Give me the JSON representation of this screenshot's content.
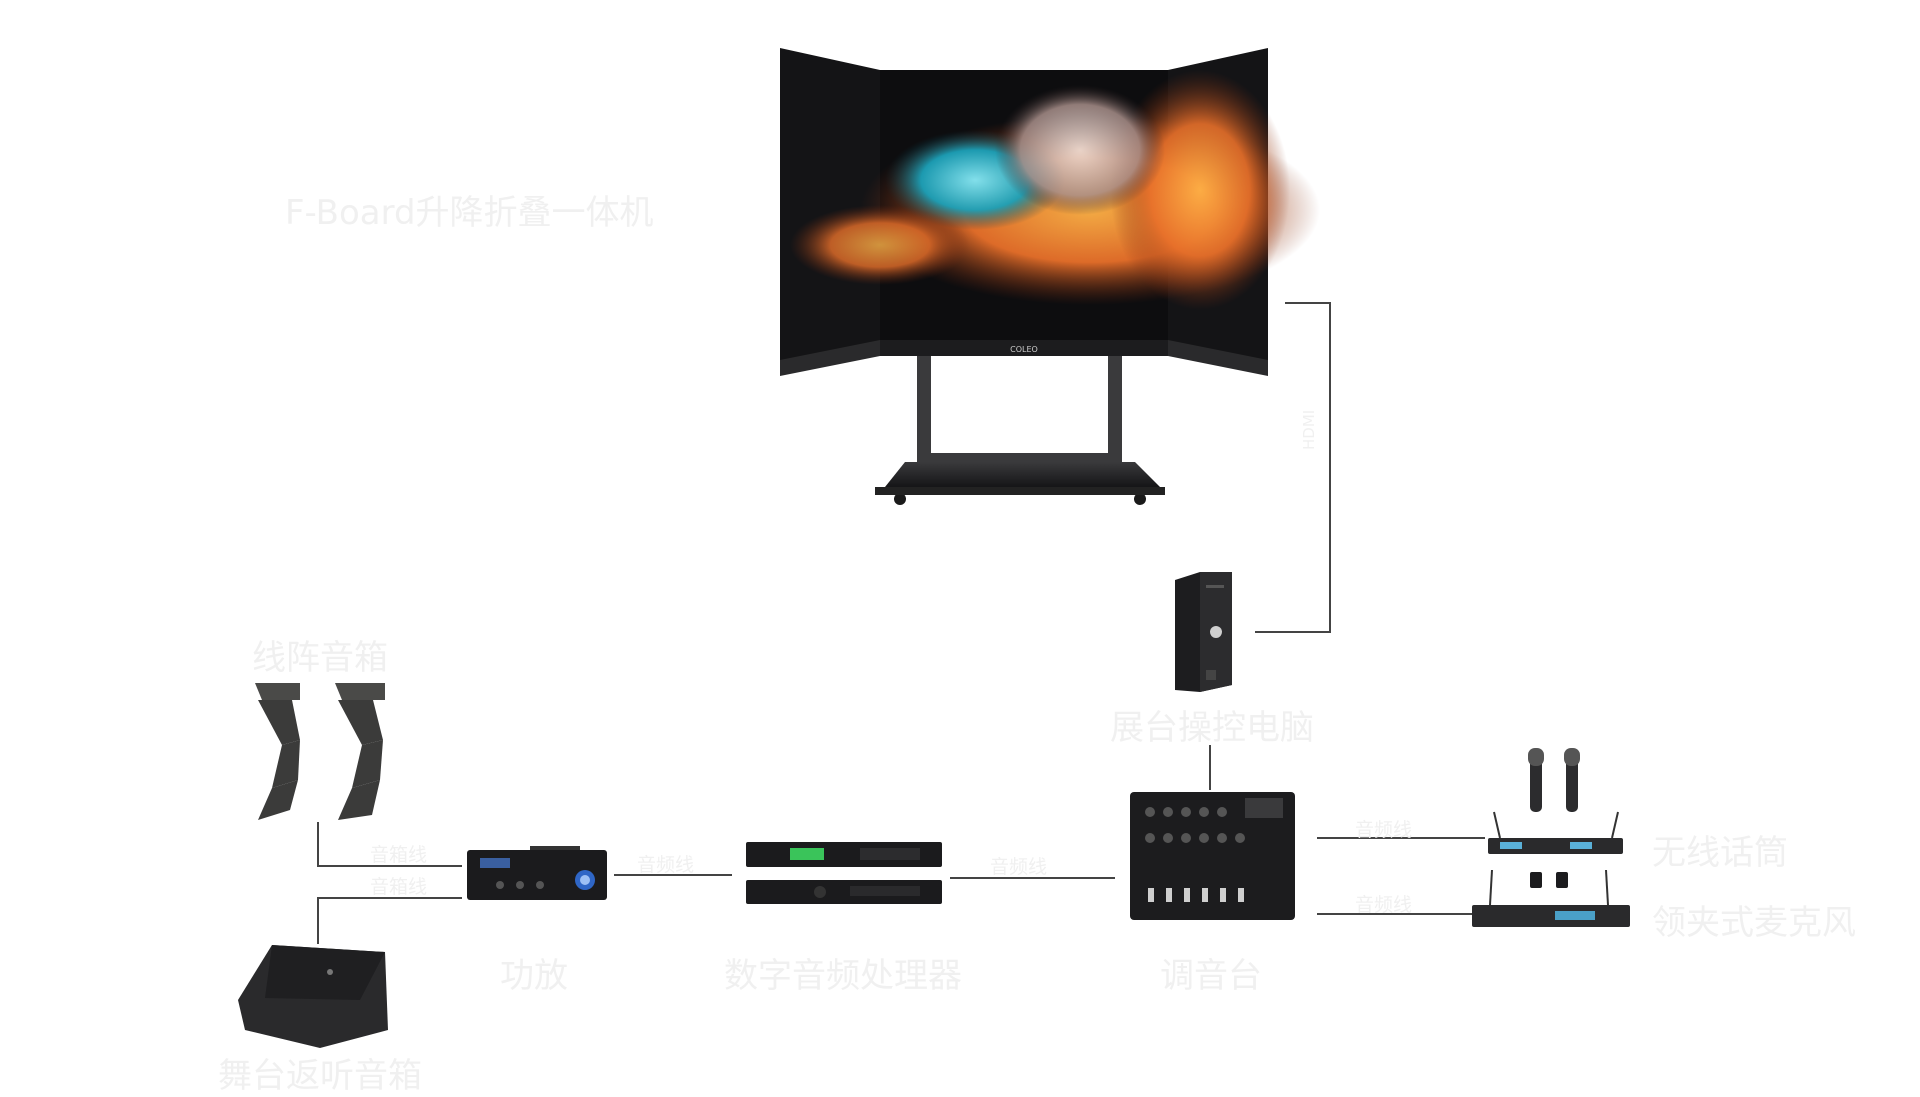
{
  "diagram": {
    "nodes": {
      "display": {
        "label": "F-Board升降折叠一体机",
        "screen_brand": "COLEO"
      },
      "control_pc": {
        "label": "展台操控电脑"
      },
      "line_array": {
        "label": "线阵音箱"
      },
      "monitor": {
        "label": "舞台返听音箱"
      },
      "amplifier": {
        "label": "功放"
      },
      "processor": {
        "label": "数字音频处理器"
      },
      "mixer": {
        "label": "调音台"
      },
      "wireless_mic": {
        "label": "无线话筒"
      },
      "lavalier_mic": {
        "label": "领夹式麦克风"
      }
    },
    "edges": {
      "hdmi": "HDMI",
      "amp_to_array": "音箱线",
      "amp_to_monitor": "音箱线",
      "amp_to_processor": "音频线",
      "processor_to_mixer": "音频线",
      "mixer_to_wireless": "音频线",
      "mixer_to_lavalier": "音频线"
    }
  },
  "colors": {
    "line": "#444444",
    "label": "#f0f0f0",
    "device_dark": "#1d1d1f",
    "device_mid": "#2c2c2e",
    "screen_orange": "#e8702a",
    "screen_teal": "#1aa0b8"
  }
}
